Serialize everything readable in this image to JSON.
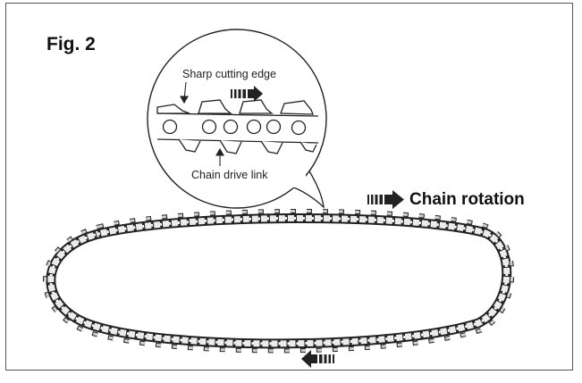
{
  "figure": {
    "title": "Fig. 2"
  },
  "callout": {
    "label_cutting_edge": "Sharp cutting edge",
    "label_drive_link": "Chain drive link"
  },
  "rotation": {
    "label": "Chain rotation"
  },
  "icons": {
    "direction_arrow": "striped-right-arrow-icon",
    "reverse_arrow": "striped-left-arrow-icon"
  },
  "colors": {
    "ink": "#222222",
    "chain_fill": "#cfcfcf",
    "frame": "#555555"
  }
}
